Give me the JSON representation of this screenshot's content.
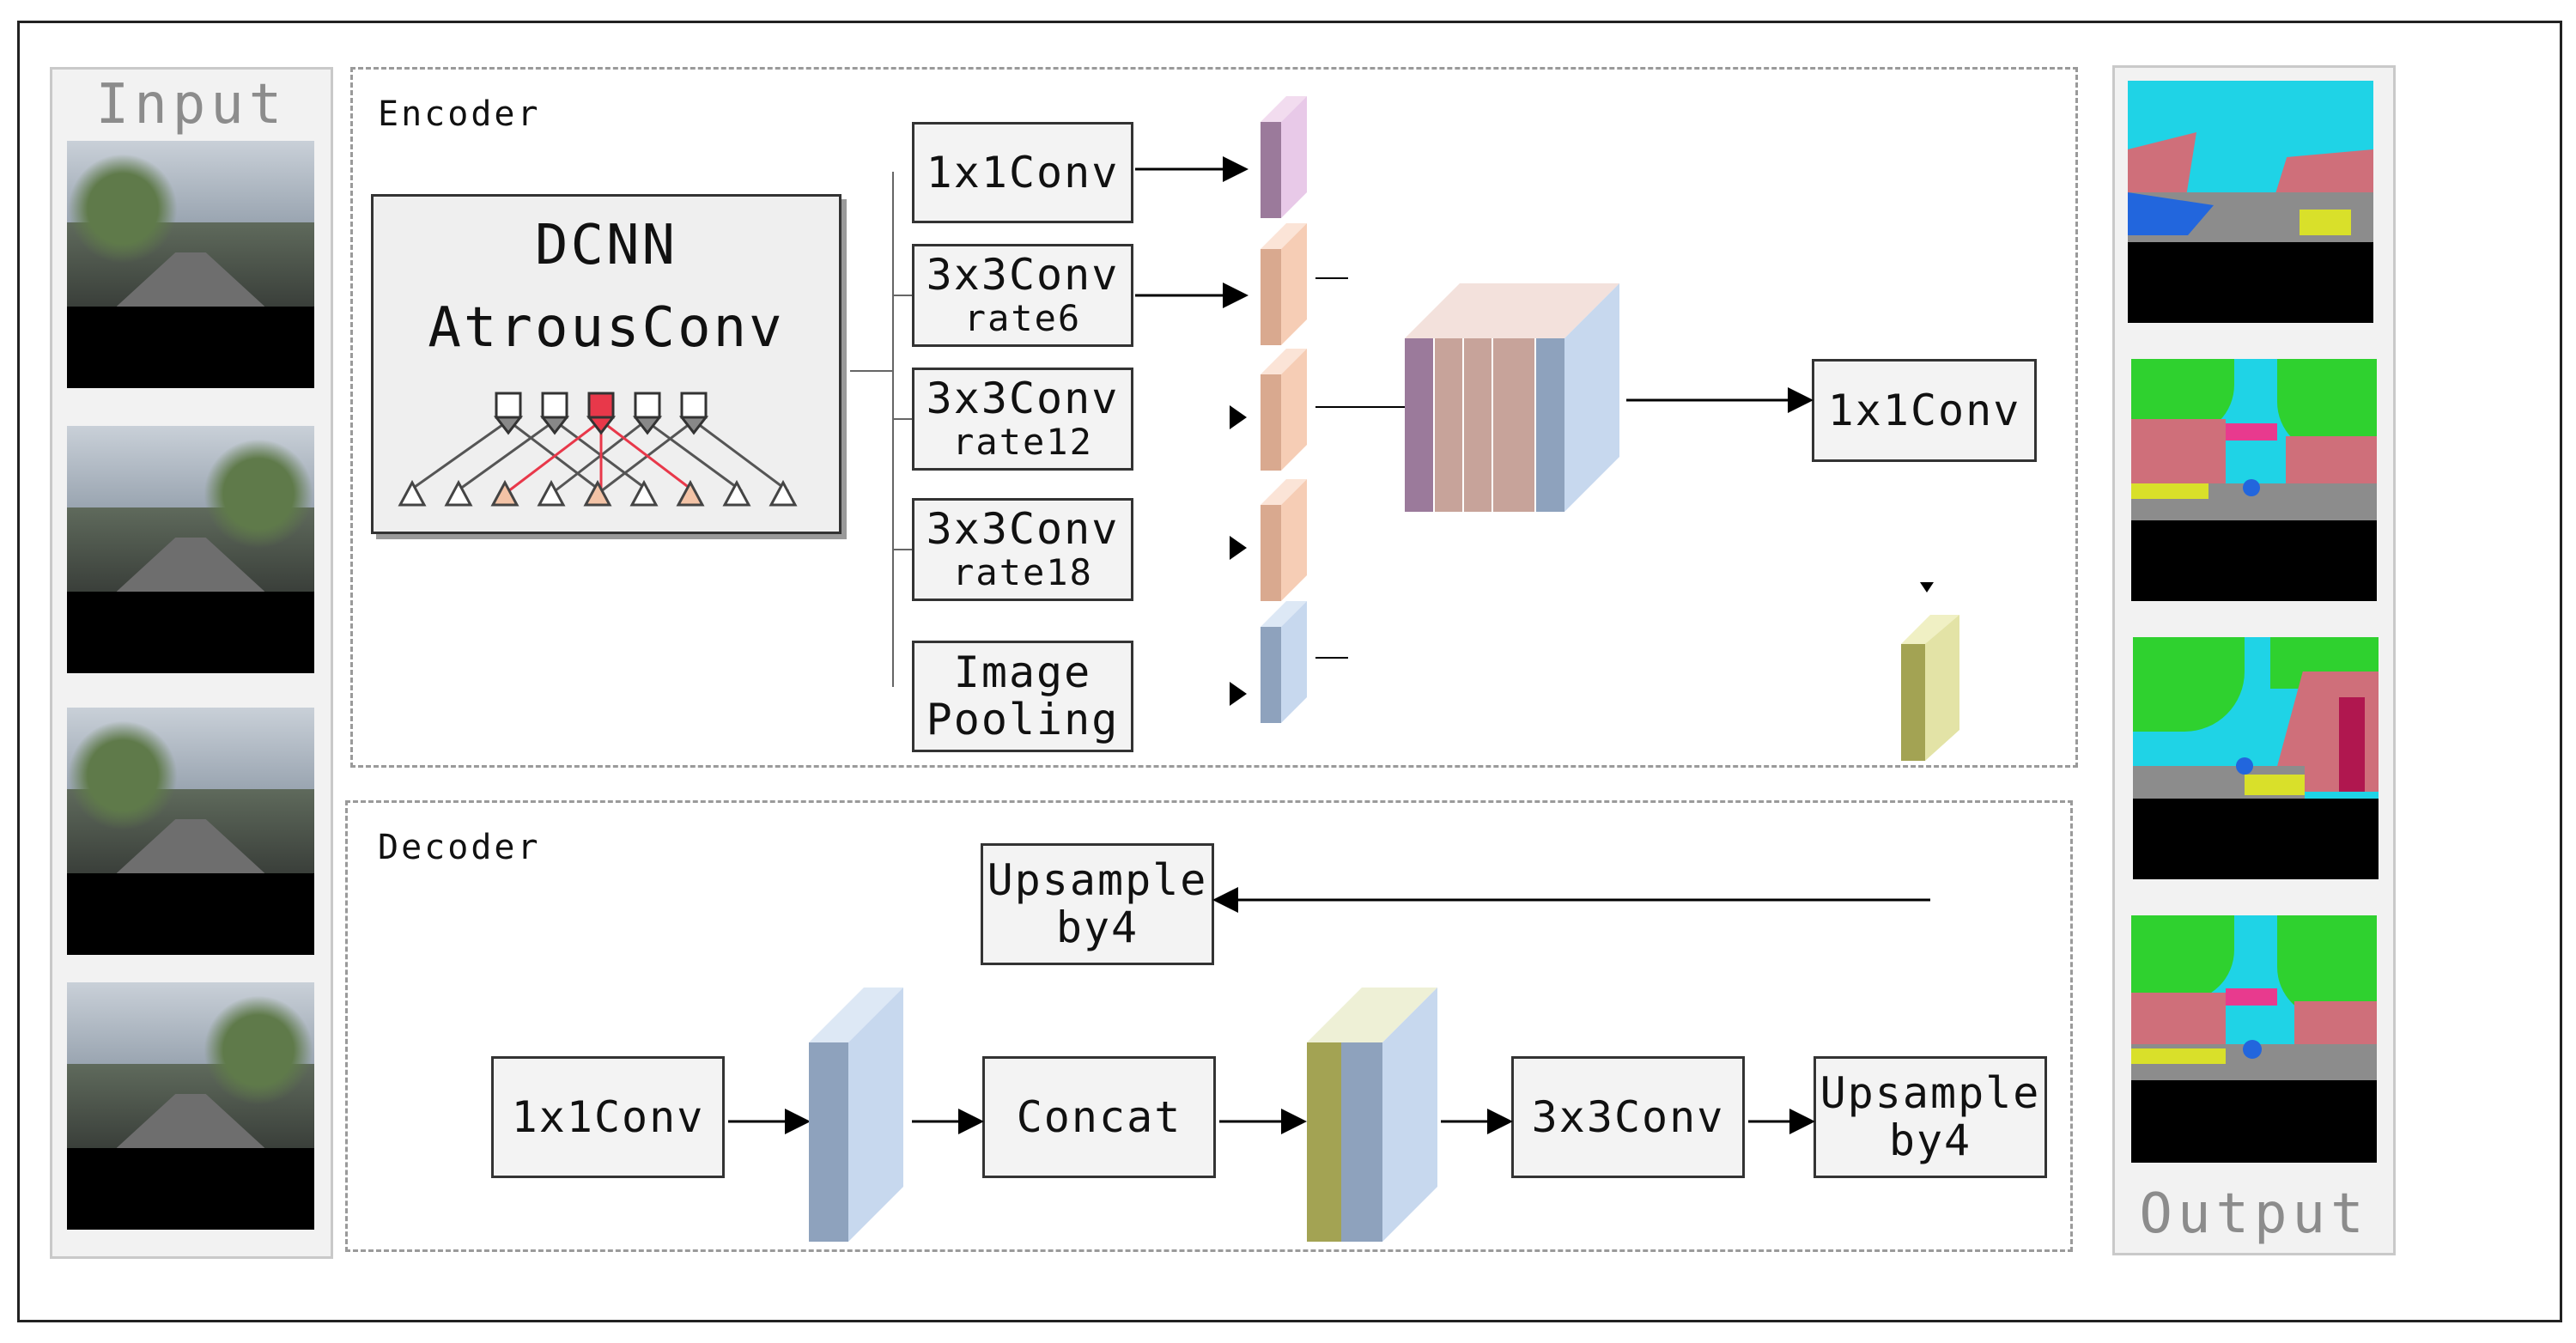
{
  "input_panel": {
    "title": "Input"
  },
  "output_panel": {
    "title": "Output"
  },
  "encoder": {
    "label": "Encoder",
    "dcnn": {
      "line1": "DCNN",
      "line2": "AtrousConv"
    },
    "branches": [
      {
        "main": "1x1Conv",
        "sub": ""
      },
      {
        "main": "3x3Conv",
        "sub": "rate6"
      },
      {
        "main": "3x3Conv",
        "sub": "rate12"
      },
      {
        "main": "3x3Conv",
        "sub": "rate18"
      },
      {
        "main": "Image",
        "sub": "Pooling"
      }
    ],
    "post_conv": "1x1Conv"
  },
  "decoder": {
    "label": "Decoder",
    "upsample_top": {
      "line1": "Upsample",
      "line2": "by4"
    },
    "conv1x1": "1x1Conv",
    "concat": "Concat",
    "conv3x3": "3x3Conv",
    "upsample_out": {
      "line1": "Upsample",
      "line2": "by4"
    }
  },
  "colors": {
    "purple_block": "#e8c9e8",
    "orange_block": "#f6cdb5",
    "blue_block": "#c7d8ee",
    "olive_block": "#e3e3a6",
    "seg_sky": "#1fd3e6",
    "seg_building": "#cf6f7a",
    "seg_vegetation": "#2fd12f",
    "seg_road": "#8c8c8c",
    "seg_car": "#2266dd",
    "seg_person": "#e83a8e",
    "seg_sidewalk": "#d9e02a",
    "atrous_highlight": "#e8384a",
    "atrous_node": "#f3c3a6"
  }
}
